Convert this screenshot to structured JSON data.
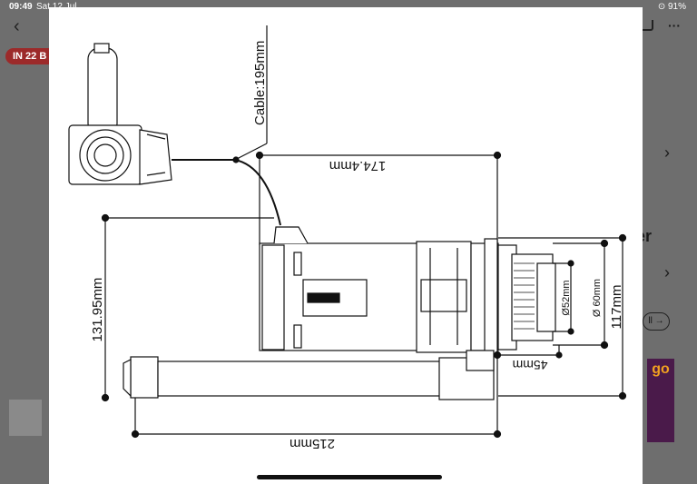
{
  "status_bar": {
    "time": "09:49",
    "date": "Sat 12 Jul",
    "battery": "91%"
  },
  "background": {
    "back_icon": "chevron-left-icon",
    "badge_label": "IN 22 B",
    "heading_fragment": "er",
    "more_icon": "more-dots-icon",
    "cart_icon": "cart-icon"
  },
  "diagram": {
    "cable_label": "Cable:195mm",
    "top_dimension": "174.4mm",
    "left_dimension": "131.95mm",
    "bottom_dimension": "215mm",
    "flange_dimension": "45mm",
    "inner_diameter": "Ø52mm",
    "outer_diameter": "Ø 60mm",
    "right_dimension": "117mm"
  }
}
